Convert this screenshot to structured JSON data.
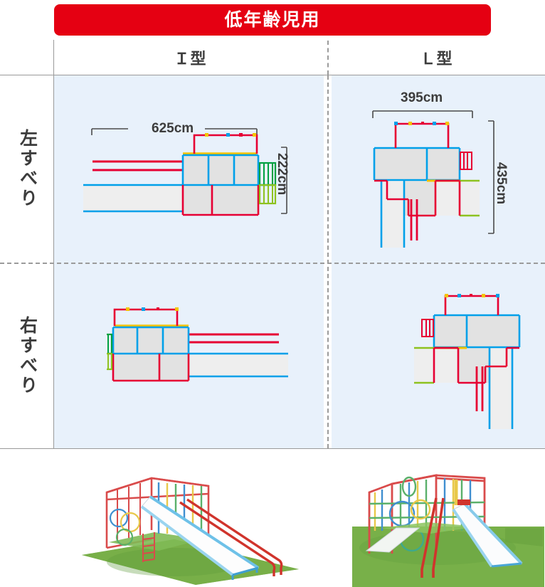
{
  "colors": {
    "accent_red": "#e50012",
    "panel_bg": "#e8f1fb",
    "line_blue": "#00a0e9",
    "line_red": "#e60033",
    "line_yellow": "#f5c400",
    "line_green": "#8dc21f",
    "line_darkgreen": "#00a040",
    "deck_gray": "#e2e2e2",
    "slide_gray": "#eeeeee",
    "rule_gray": "#9a9a9a",
    "text_dark": "#3c3c3c",
    "grass_green": "#7bb04a"
  },
  "banner": {
    "title": "低年齢児用"
  },
  "columns": [
    {
      "id": "i-type",
      "label": "Ｉ型"
    },
    {
      "id": "l-type",
      "label": "Ｌ型"
    }
  ],
  "rows": [
    {
      "id": "left-slide",
      "label": "左すべり"
    },
    {
      "id": "right-slide",
      "label": "右すべり"
    }
  ],
  "diagrams": {
    "i_left": {
      "width_label": "625cm",
      "height_label": "222cm",
      "width_cm": 625,
      "height_cm": 222,
      "orientation": "left"
    },
    "l_left": {
      "width_label": "395cm",
      "height_label": "435cm",
      "width_cm": 395,
      "height_cm": 435,
      "orientation": "left"
    },
    "i_right": {
      "width_label": "",
      "height_label": "",
      "orientation": "right"
    },
    "l_right": {
      "width_label": "",
      "height_label": "",
      "orientation": "right"
    }
  },
  "photos": [
    {
      "id": "photo-i-type",
      "alt": "Ｉ型 playground structure with slide on grass"
    },
    {
      "id": "photo-l-type",
      "alt": "Ｌ型 playground structure with slide on grass"
    }
  ]
}
